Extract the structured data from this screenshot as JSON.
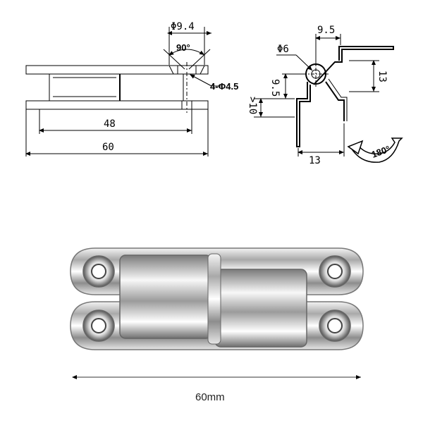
{
  "drawing": {
    "front_view": {
      "hole_dia": "Φ9.4",
      "angle": "90°",
      "mount_holes": "4-Φ4.5",
      "inner_length": "48",
      "total_length": "60"
    },
    "side_view": {
      "pin_dia": "Φ6",
      "offset_top": "9.5",
      "height": "13",
      "pin_height": "9.5",
      "gap": ">10",
      "base_width": "13",
      "rotation": "180°"
    }
  },
  "photo": {
    "caption": "60mm",
    "finish_color": "#c8c8c8"
  }
}
